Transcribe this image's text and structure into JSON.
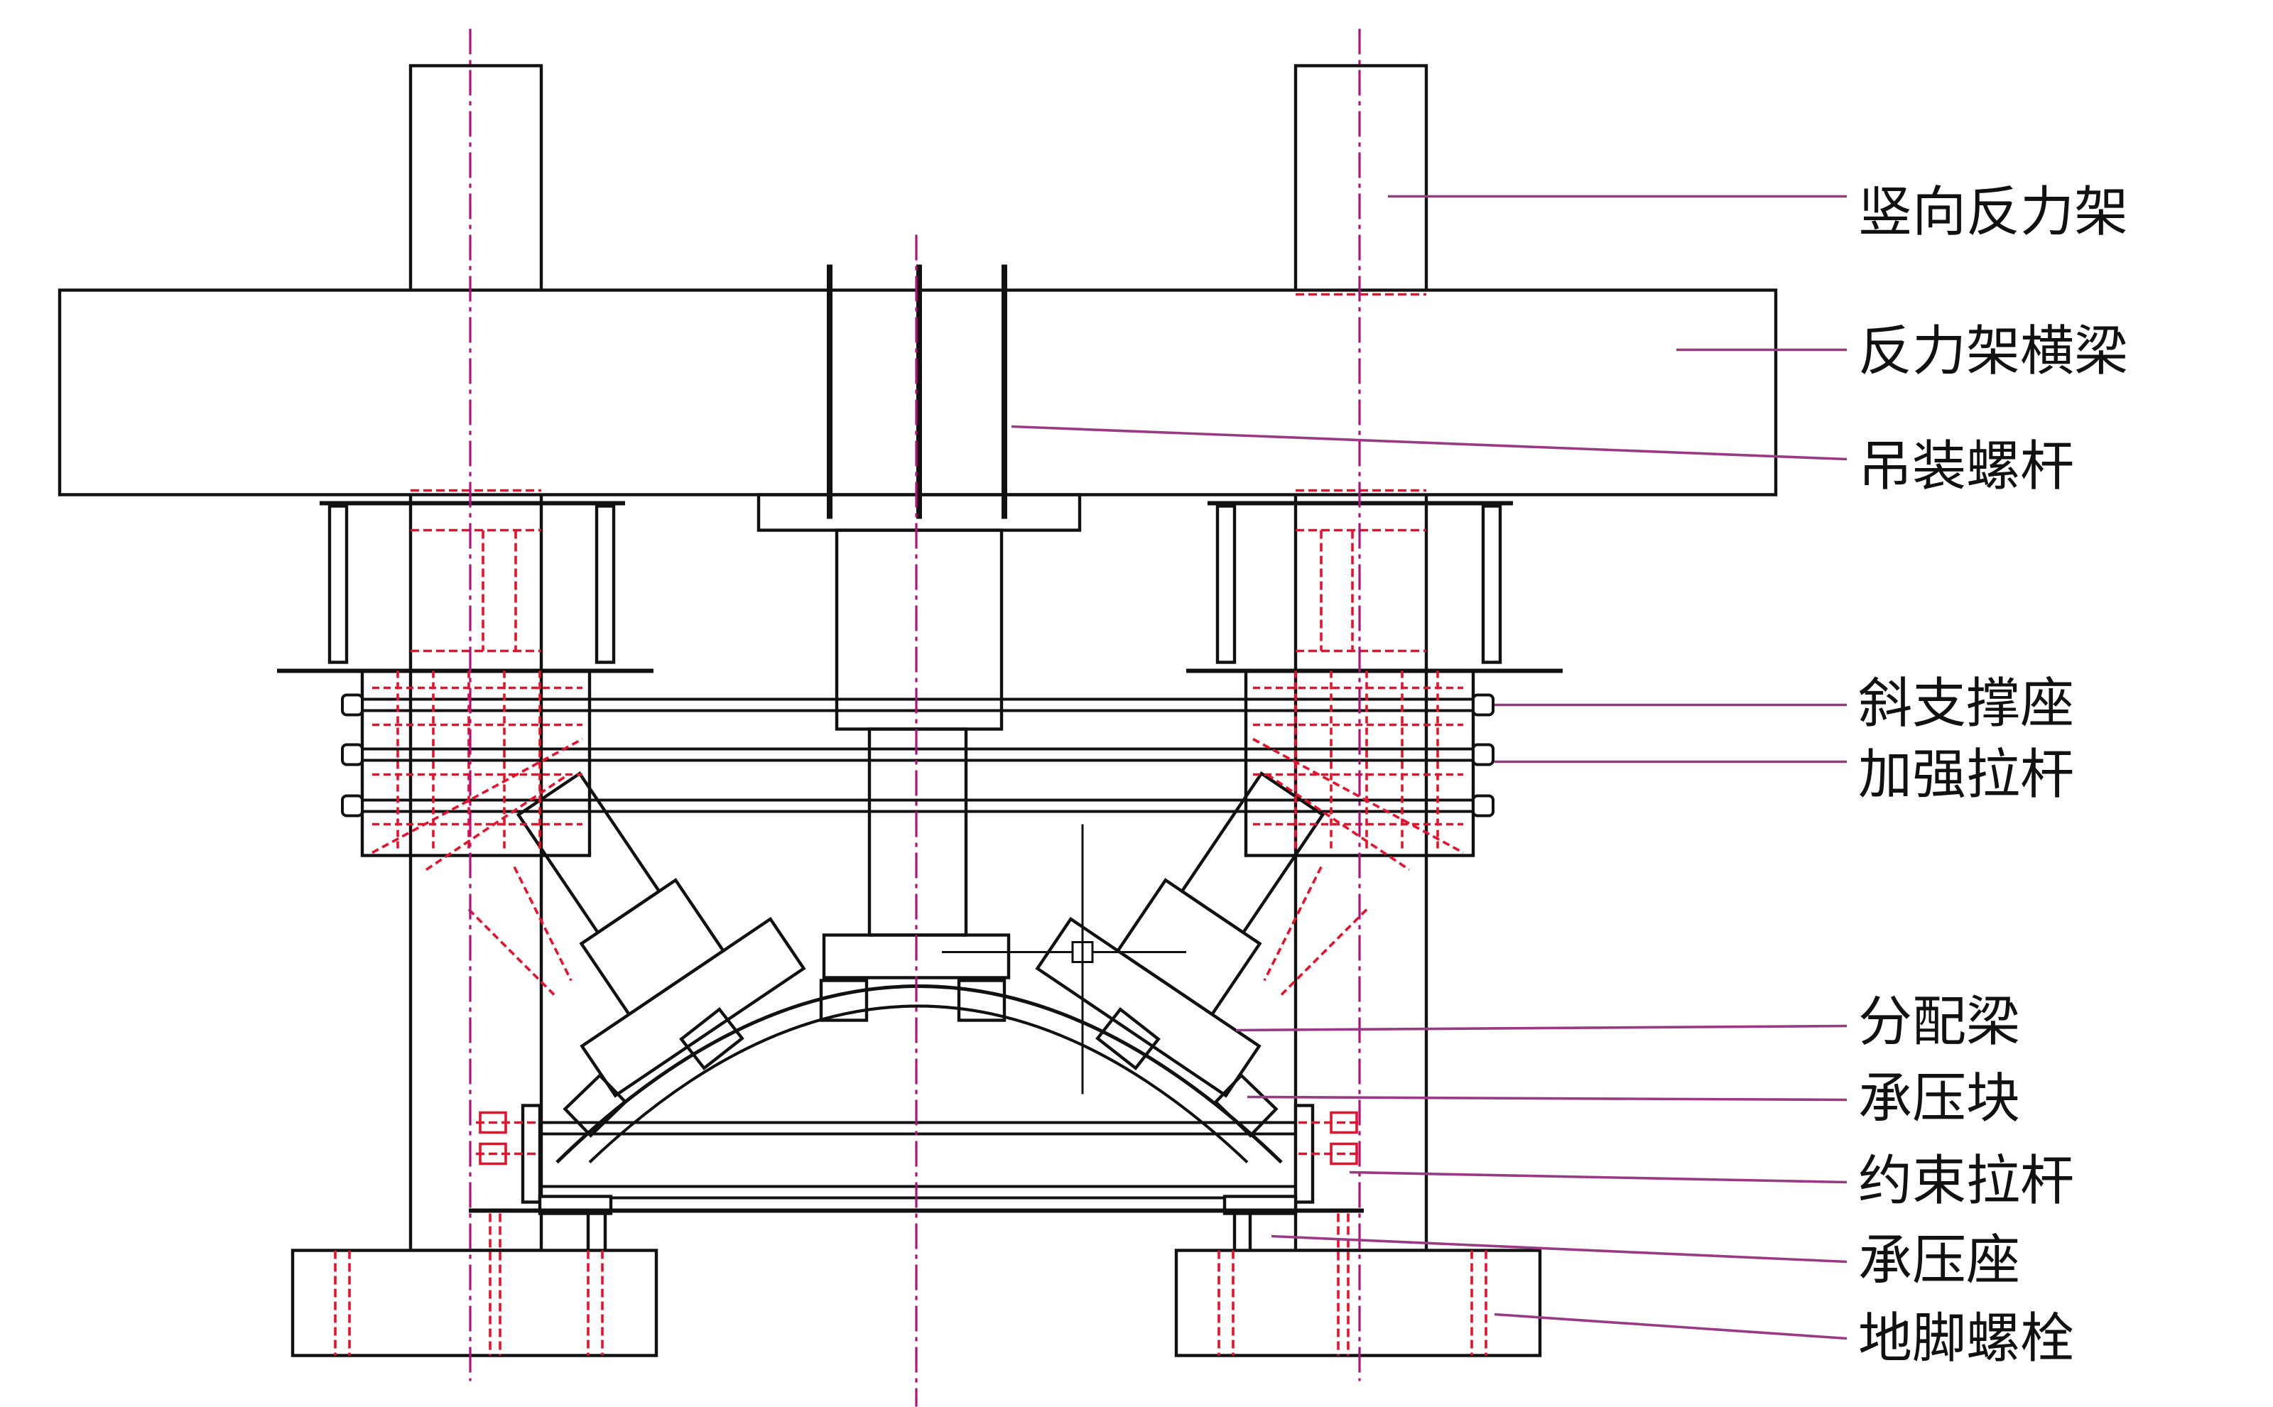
{
  "labels": [
    "竖向反力架",
    "反力架横梁",
    "吊装螺杆",
    "斜支撑座",
    "加强拉杆",
    "分配梁",
    "承压块",
    "约束拉杆",
    "承压座",
    "地脚螺栓"
  ],
  "colors": {
    "structure": "#111111",
    "hidden_lines": "#e8102a",
    "centerlines": "#b0127a",
    "leader_lines": "#9b3a84"
  }
}
